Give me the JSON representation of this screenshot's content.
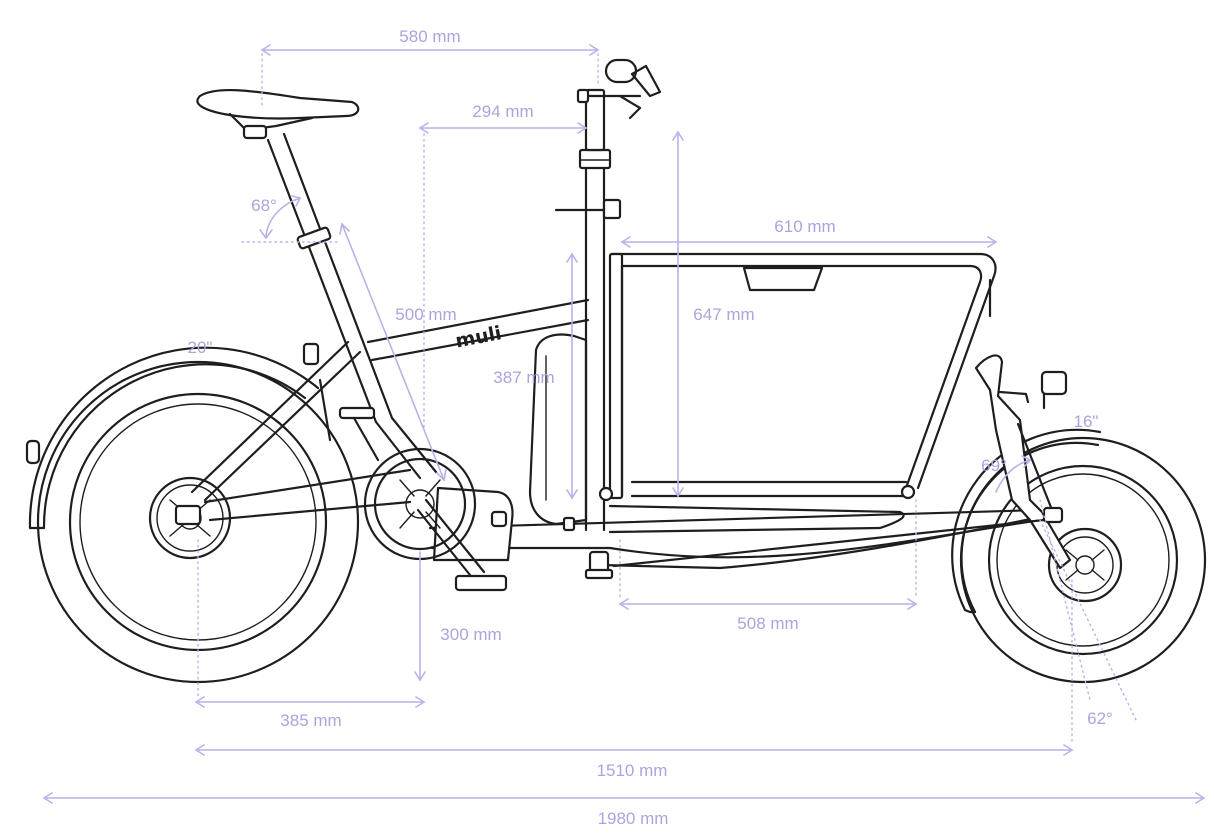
{
  "brand": "muli",
  "colors": {
    "outline": "#1e1e1e",
    "dimension": "#b7b3e9",
    "dimension_text": "#a9a5de",
    "background": "#ffffff"
  },
  "dimensions": {
    "seat_to_handlebar": "580 mm",
    "stem_reach": "294 mm",
    "box_length_top": "610 mm",
    "box_height": "647 mm",
    "seat_tube_length": "500 mm",
    "battery_height": "387 mm",
    "bottom_bracket_height": "300 mm",
    "box_length_bottom": "508 mm",
    "chainstay": "385 mm",
    "wheelbase": "1510 mm",
    "overall_length": "1980 mm"
  },
  "angles": {
    "seat_angle": "68°",
    "head_angle": "69°",
    "fork_angle": "62°"
  },
  "wheels": {
    "rear": "20\"",
    "front": "16\""
  }
}
